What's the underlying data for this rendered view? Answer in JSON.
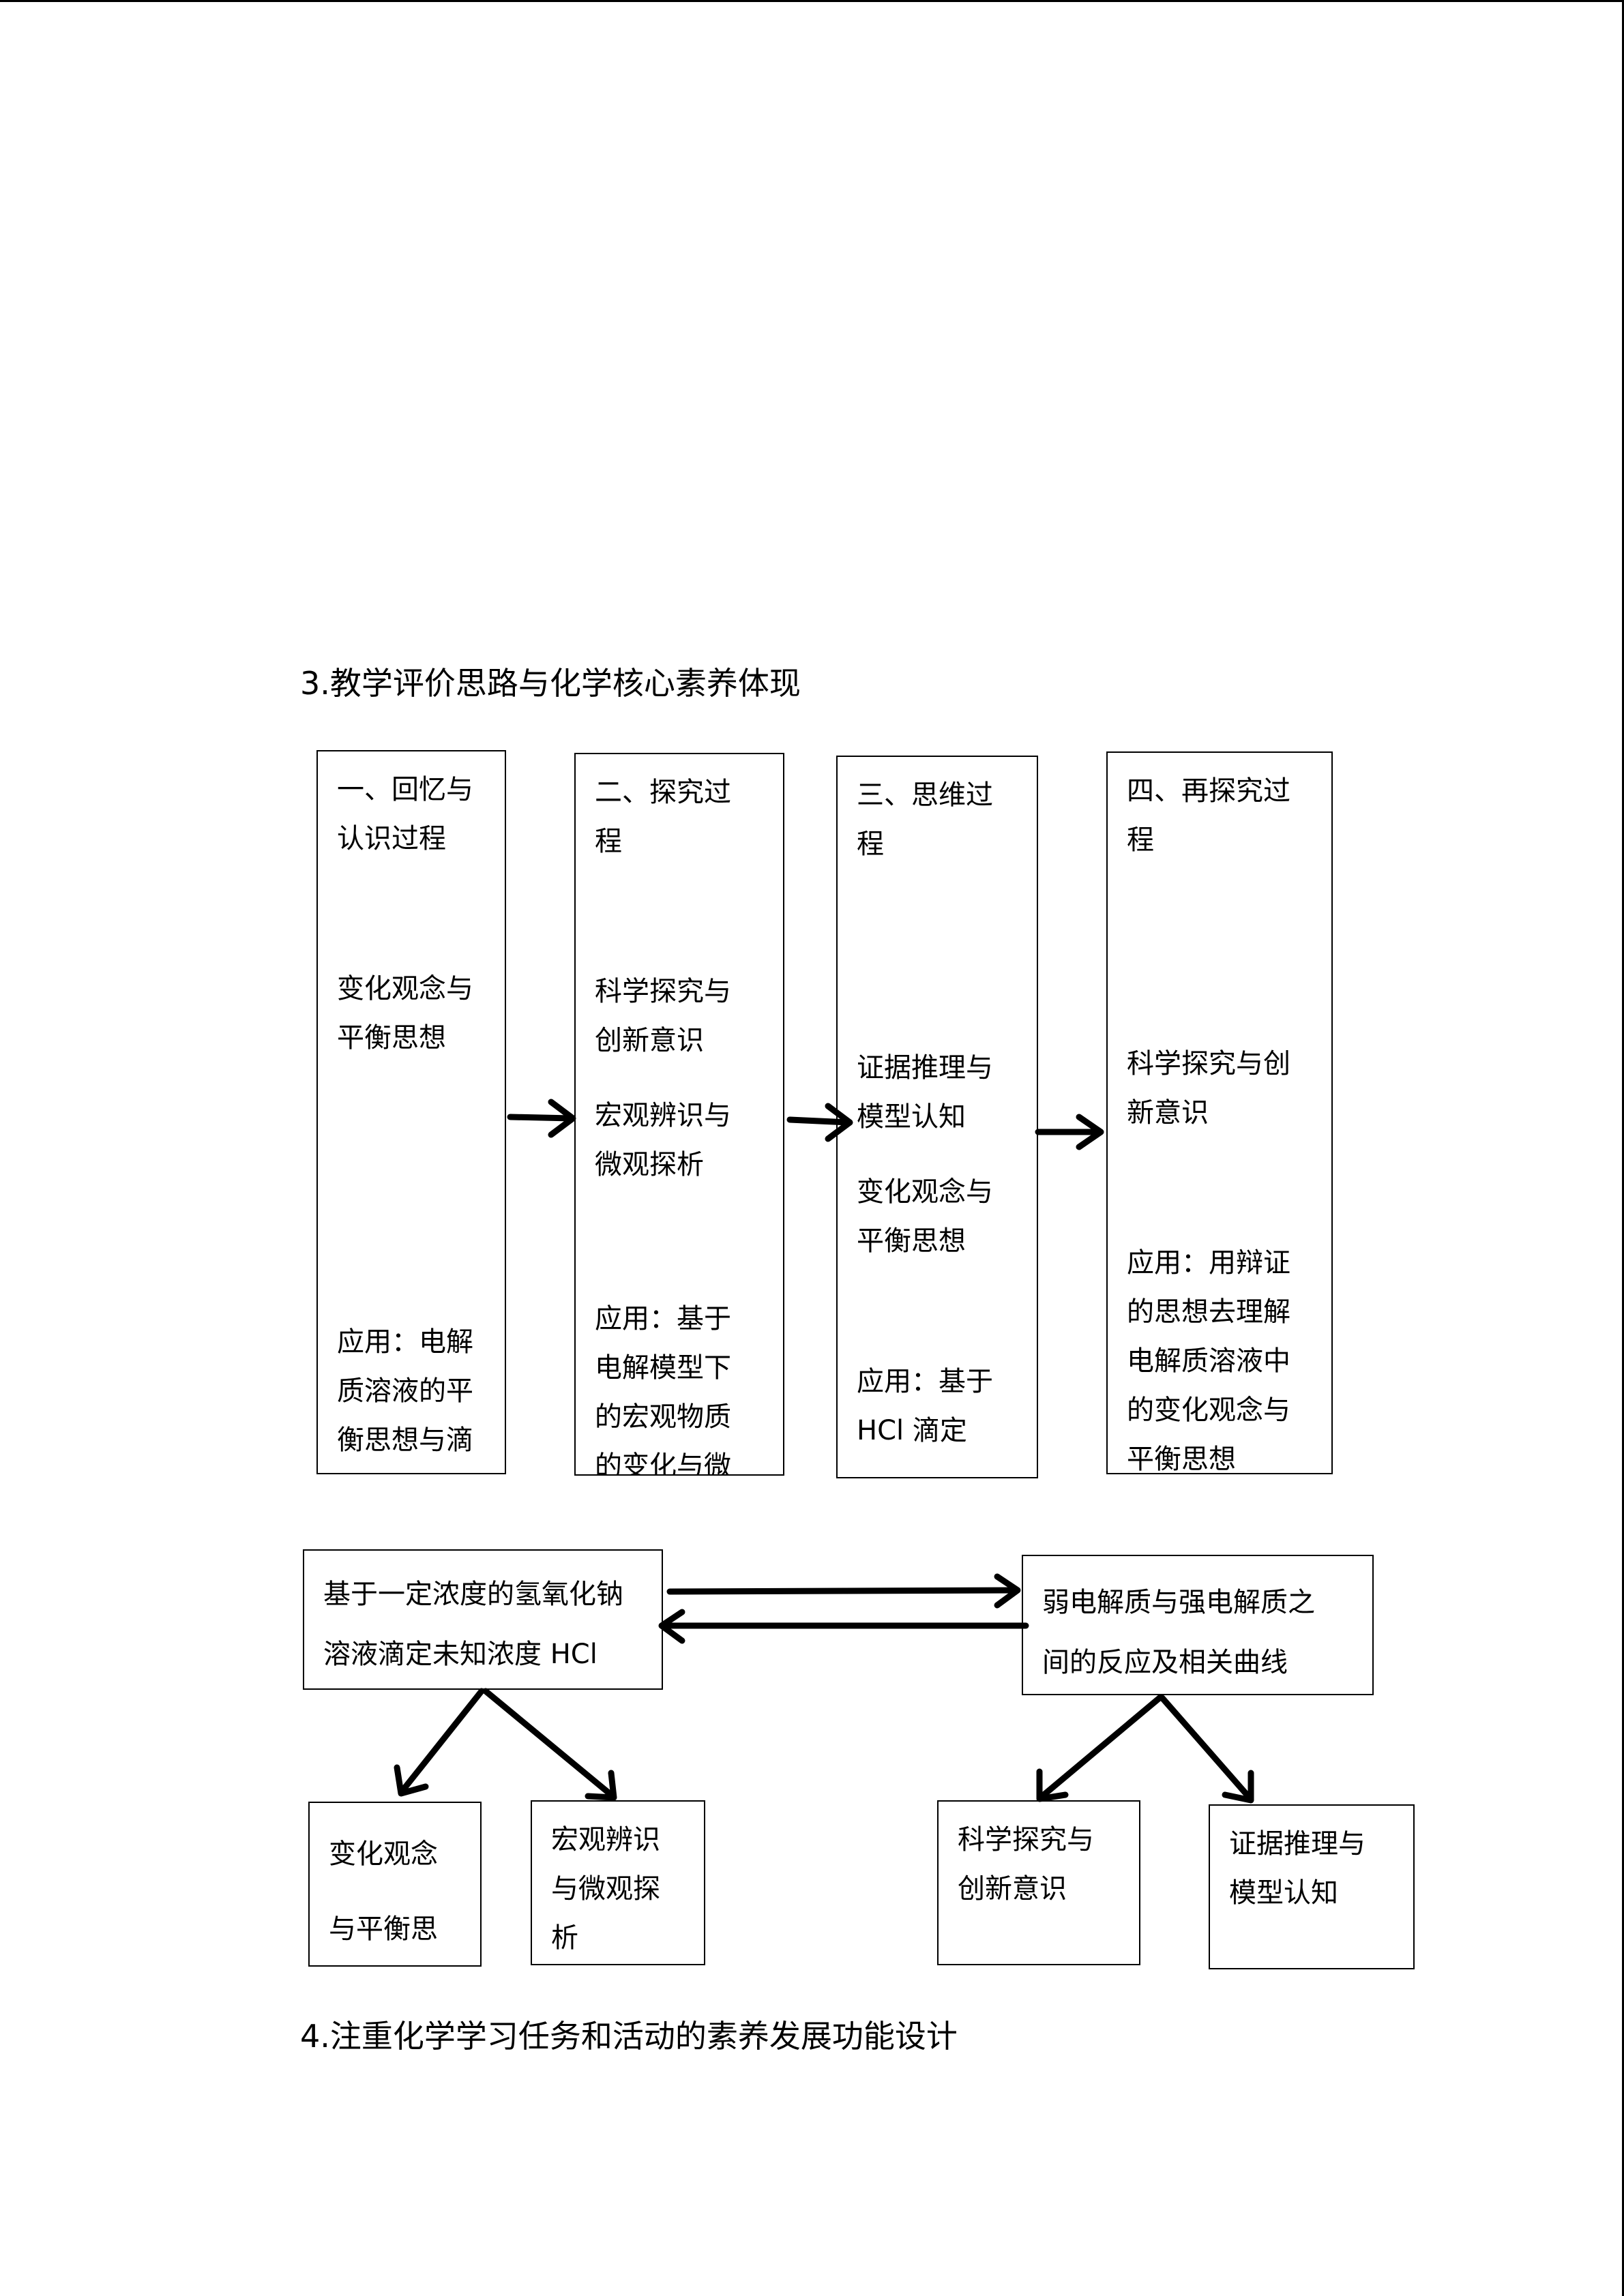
{
  "section3_title": "3.教学评价思路与化学核心素养体现",
  "section4_title": "4.注重化学学习任务和活动的素养发展功能设计",
  "stages": [
    {
      "title": "一、回忆与\n认识过程",
      "literacy": "变化观念与\n平衡思想",
      "application": "应用：电解\n质溶液的平\n衡思想与滴"
    },
    {
      "title": "二、探究过\n程",
      "literacy": "科学探究与\n创新意识",
      "literacy2": "宏观辨识与\n微观探析",
      "application": "应用：基于\n电解模型下\n的宏观物质\n的变化与微"
    },
    {
      "title": "三、思维过\n程",
      "literacy": "证据推理与\n模型认知",
      "literacy2": "变化观念与\n平衡思想",
      "application": "应用：基于\nHCl 滴定"
    },
    {
      "title": "四、再探究过\n程",
      "literacy": "科学探究与创\n新意识",
      "application": "应用：用辩证\n的思想去理解\n电解质溶液中\n的变化观念与\n平衡思想"
    }
  ],
  "lower": {
    "left_main": "基于一定浓度的氢氧化钠\n溶液滴定未知浓度 HCl",
    "right_main": "弱电解质与强电解质之\n间的反应及相关曲线",
    "left_child_1": "变化观念\n与平衡思\n想",
    "left_child_2": "宏观辨识\n与微观探\n析",
    "right_child_1": "科学探究与\n创新意识",
    "right_child_2": "证据推理与\n模型认知"
  }
}
